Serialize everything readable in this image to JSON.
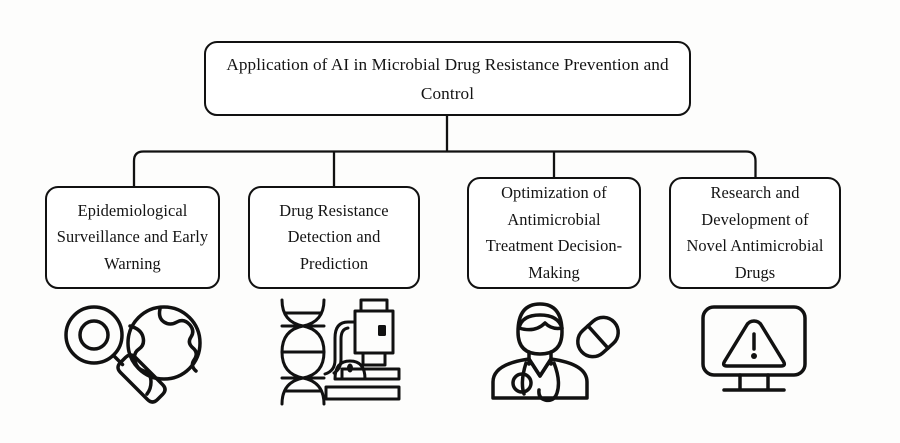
{
  "diagram": {
    "type": "hierarchy-tree",
    "orientation": "top-down",
    "background_color": "#fdfdfc",
    "line_color": "#111111",
    "box_fill_color": "#ffffff",
    "root": {
      "label": "Application of AI in Microbial Drug Resistance Prevention and Control"
    },
    "children": [
      {
        "label": "Epidemiological Surveillance and Early Warning",
        "icon_name": "magnifier-globe-icon",
        "icon_description": "magnifying glass beside a globe"
      },
      {
        "label": "Drug Resistance Detection and Prediction",
        "icon_name": "dna-microscope-icon",
        "icon_description": "DNA double helix beside a microscope"
      },
      {
        "label": "Optimization of Antimicrobial Treatment Decision-Making",
        "icon_name": "doctor-pill-icon",
        "icon_description": "doctor with stethoscope beside a capsule pill"
      },
      {
        "label": "Research and Development of Novel Antimicrobial Drugs",
        "icon_name": "monitor-warning-icon",
        "icon_description": "computer monitor displaying a warning triangle"
      }
    ]
  }
}
